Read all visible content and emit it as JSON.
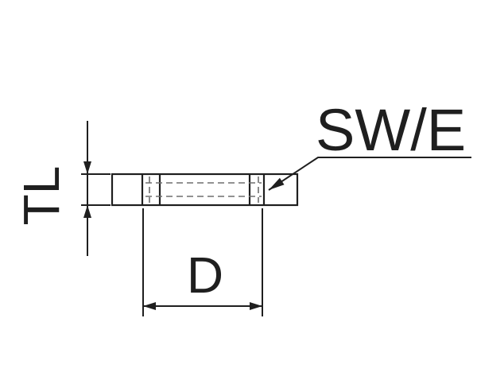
{
  "drawing": {
    "labels": {
      "thickness": "TL",
      "thread_diameter": "D",
      "wrench_size": "SW/E"
    },
    "colors": {
      "line": "#1f1f1f",
      "hidden_line": "#6e6e6e",
      "background": "#ffffff"
    }
  }
}
